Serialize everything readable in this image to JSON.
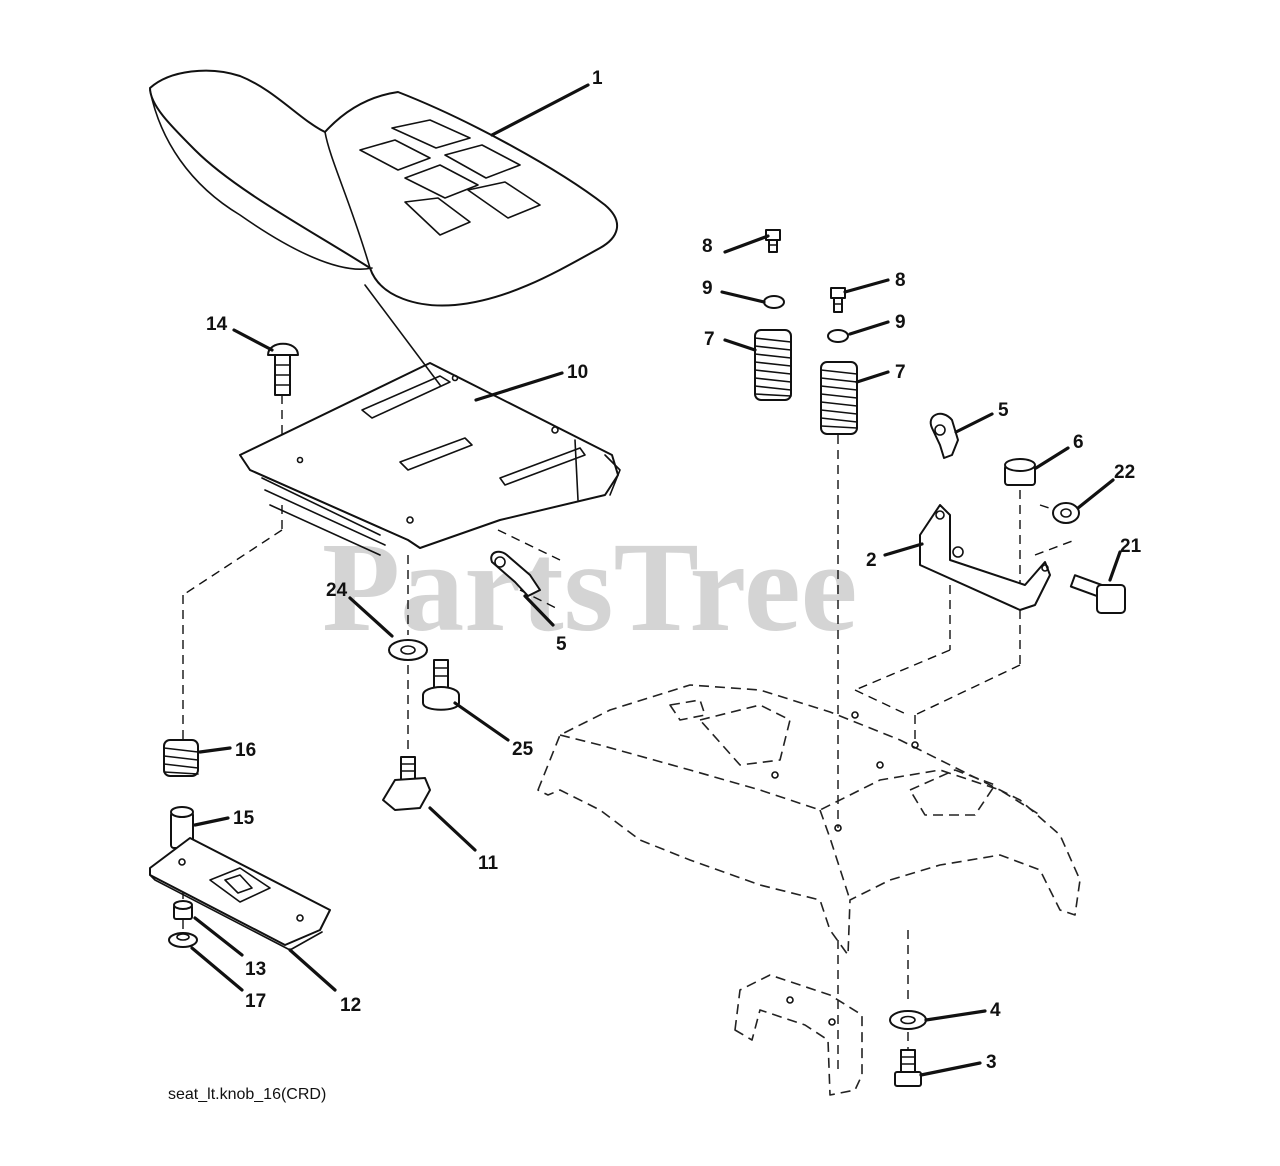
{
  "watermark": "PartsTree",
  "caption": "seat_lt.knob_16(CRD)",
  "callouts": [
    {
      "id": "c1",
      "label": "1"
    },
    {
      "id": "c14",
      "label": "14"
    },
    {
      "id": "c10",
      "label": "10"
    },
    {
      "id": "c24",
      "label": "24"
    },
    {
      "id": "c5a",
      "label": "5"
    },
    {
      "id": "c25",
      "label": "25"
    },
    {
      "id": "c16",
      "label": "16"
    },
    {
      "id": "c15",
      "label": "15"
    },
    {
      "id": "c11",
      "label": "11"
    },
    {
      "id": "c13",
      "label": "13"
    },
    {
      "id": "c17",
      "label": "17"
    },
    {
      "id": "c12",
      "label": "12"
    },
    {
      "id": "c8a",
      "label": "8"
    },
    {
      "id": "c9a",
      "label": "9"
    },
    {
      "id": "c7a",
      "label": "7"
    },
    {
      "id": "c8b",
      "label": "8"
    },
    {
      "id": "c9b",
      "label": "9"
    },
    {
      "id": "c7b",
      "label": "7"
    },
    {
      "id": "c5b",
      "label": "5"
    },
    {
      "id": "c6",
      "label": "6"
    },
    {
      "id": "c22",
      "label": "22"
    },
    {
      "id": "c2",
      "label": "2"
    },
    {
      "id": "c21",
      "label": "21"
    },
    {
      "id": "c4",
      "label": "4"
    },
    {
      "id": "c3",
      "label": "3"
    }
  ]
}
